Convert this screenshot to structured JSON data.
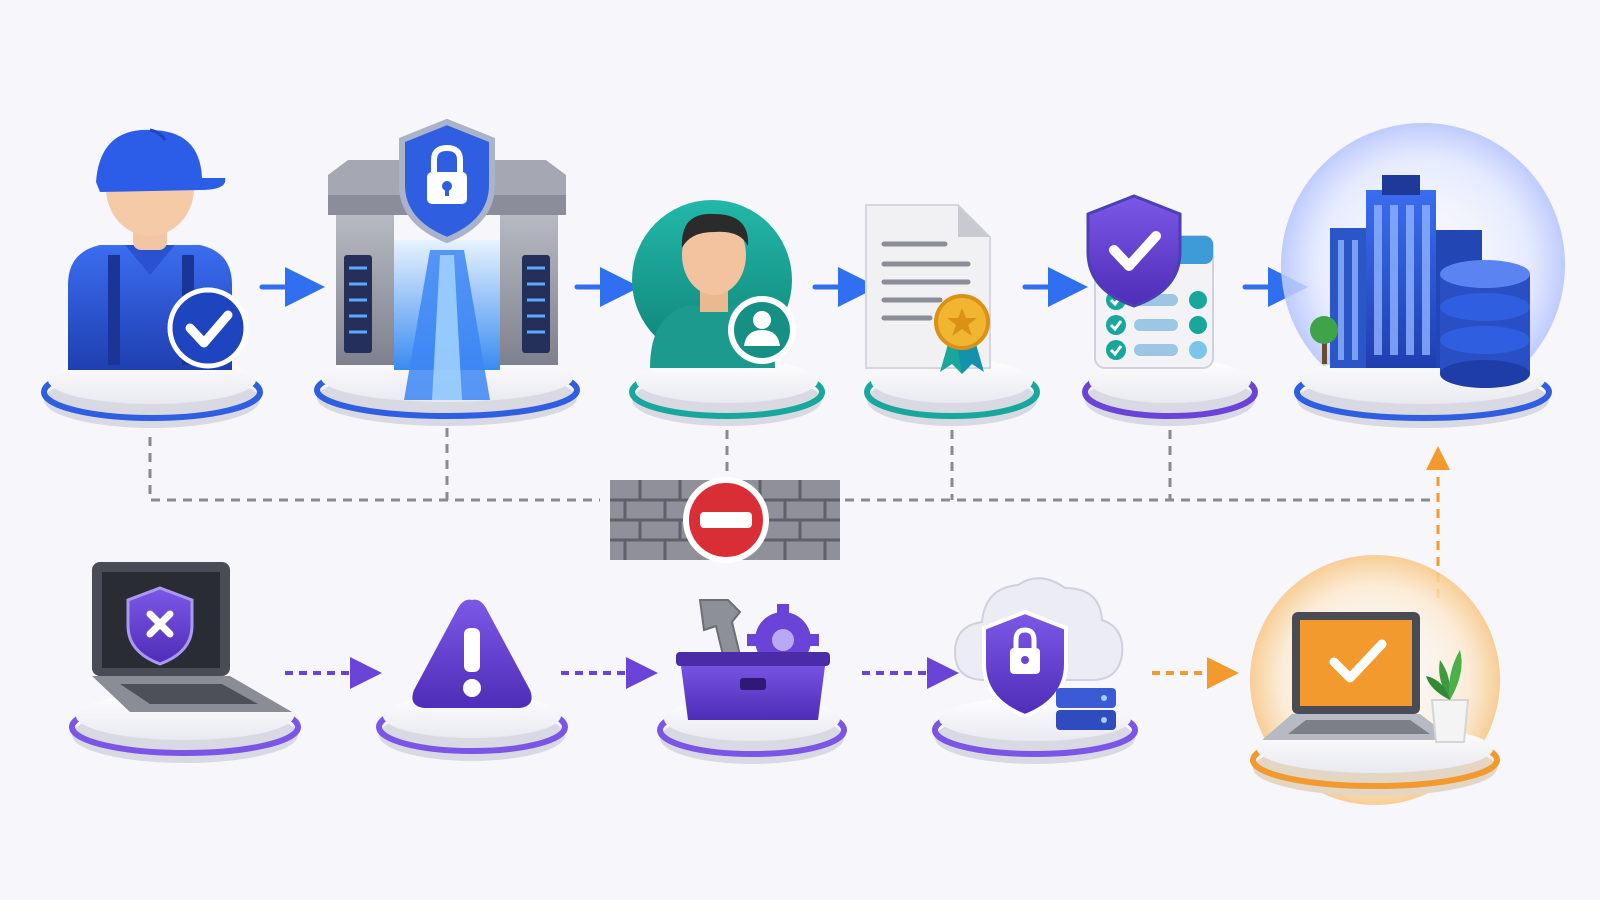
{
  "colors": {
    "background": "#f7f7fb",
    "primary_blue": "#2f5fe0",
    "deep_blue": "#1f3fb0",
    "teal": "#17a79b",
    "purple": "#6a44d6",
    "orange": "#f29a2e",
    "red": "#d92e35",
    "gray": "#8a8a92",
    "brick": "#6f7078"
  },
  "top_row": [
    {
      "id": "technician",
      "icon": "technician-check-icon",
      "ring": "#2f5fe0"
    },
    {
      "id": "secure-gateway",
      "icon": "secure-gateway-tunnel-icon",
      "ring": "#2f5fe0"
    },
    {
      "id": "user-identity",
      "icon": "user-identity-icon",
      "ring": "#17a79b"
    },
    {
      "id": "certificate",
      "icon": "certificate-document-icon",
      "ring": "#17a79b"
    },
    {
      "id": "security-checklist",
      "icon": "security-checklist-icon",
      "ring": "#6a44d6"
    },
    {
      "id": "corporate-datacenter",
      "icon": "building-database-icon",
      "ring": "#2f5fe0"
    }
  ],
  "bottom_row": [
    {
      "id": "compromised-laptop",
      "icon": "laptop-shield-x-icon",
      "ring": "#6a44d6"
    },
    {
      "id": "warning",
      "icon": "warning-triangle-icon",
      "ring": "#6a44d6"
    },
    {
      "id": "remediation-toolbox",
      "icon": "toolbox-wrench-gear-icon",
      "ring": "#6a44d6"
    },
    {
      "id": "cloud-security",
      "icon": "cloud-lock-server-icon",
      "ring": "#6a44d6"
    },
    {
      "id": "approved-laptop",
      "icon": "laptop-check-plant-icon",
      "ring": "#f29a2e"
    }
  ],
  "blocker": {
    "icon": "firewall-block-icon"
  },
  "connectors": {
    "top_arrows": "solid-blue",
    "bottom_arrows": "dashed-purple",
    "final_arrow": "dashed-orange",
    "drop_lines": "dashed-gray"
  }
}
